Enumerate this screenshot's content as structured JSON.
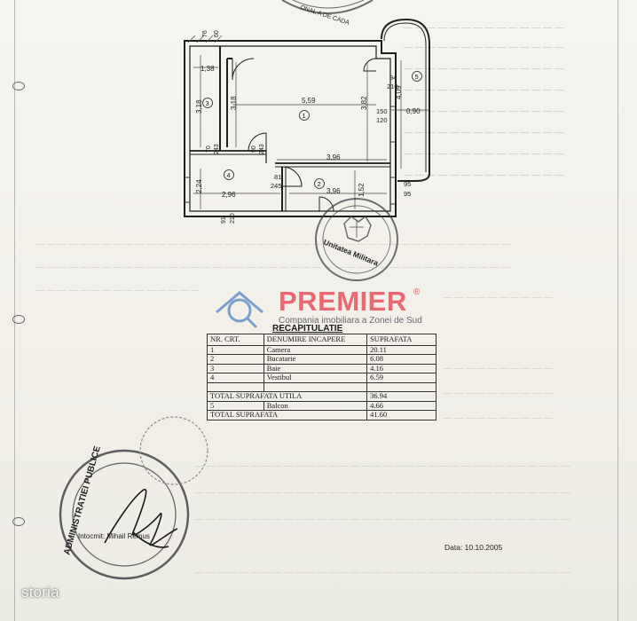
{
  "plan": {
    "room_numbers": [
      "1",
      "2",
      "3",
      "4",
      "5"
    ],
    "dims": {
      "top_76": "76",
      "top_60": "60",
      "w_138": "1,38",
      "w_559": "5,59",
      "h_382": "3,82",
      "h_318a": "3,18",
      "h_318b": "3,18",
      "w_396a": "3,96",
      "w_396b": "3,96",
      "h_224": "2,24",
      "w_296": "2,96",
      "h_152": "1,52",
      "h_409": "4,09",
      "w_090": "0,90",
      "d_94": "94",
      "d_210a": "210",
      "d_150": "150",
      "d_120": "120",
      "d_70": "70",
      "d_243a": "243",
      "d_90": "90",
      "d_243b": "243",
      "d_81": "81",
      "d_245": "245",
      "d_91": "91",
      "d_210b": "210",
      "d_95a": "95",
      "d_95b": "95"
    }
  },
  "logo": {
    "name": "PREMIER",
    "registered": "®",
    "subtitle": "Compania imobiliara a Zonei de Sud"
  },
  "recap": {
    "title": "RECAPITULATIE",
    "headers": [
      "NR. CRT.",
      "DENUMIRE INCAPERE",
      "SUPRAFATA"
    ],
    "rows": [
      {
        "nr": "1",
        "name": "Camera",
        "area": "20.11"
      },
      {
        "nr": "2",
        "name": "Bucatarie",
        "area": "6.08"
      },
      {
        "nr": "3",
        "name": "Baie",
        "area": "4.16"
      },
      {
        "nr": "4",
        "name": "Vestibul",
        "area": "6.59"
      }
    ],
    "total_utila_label": "TOTAL SUPRAFATA UTILA",
    "total_utila": "36.94",
    "balcon_nr": "5",
    "balcon_name": "Balcon",
    "balcon_area": "4.66",
    "total_label": "TOTAL SUPRAFATA",
    "total": "41.60"
  },
  "footer": {
    "intocmit": "Intocmit: Mihail Remus",
    "data": "Data: 10.10.2005"
  },
  "stamps": {
    "top": "ONAL A DE CADA",
    "seal_right": "Unitatea Militara",
    "seal_left": "ADMINISTRATIEI PUBLICE"
  },
  "watermark": "storia"
}
